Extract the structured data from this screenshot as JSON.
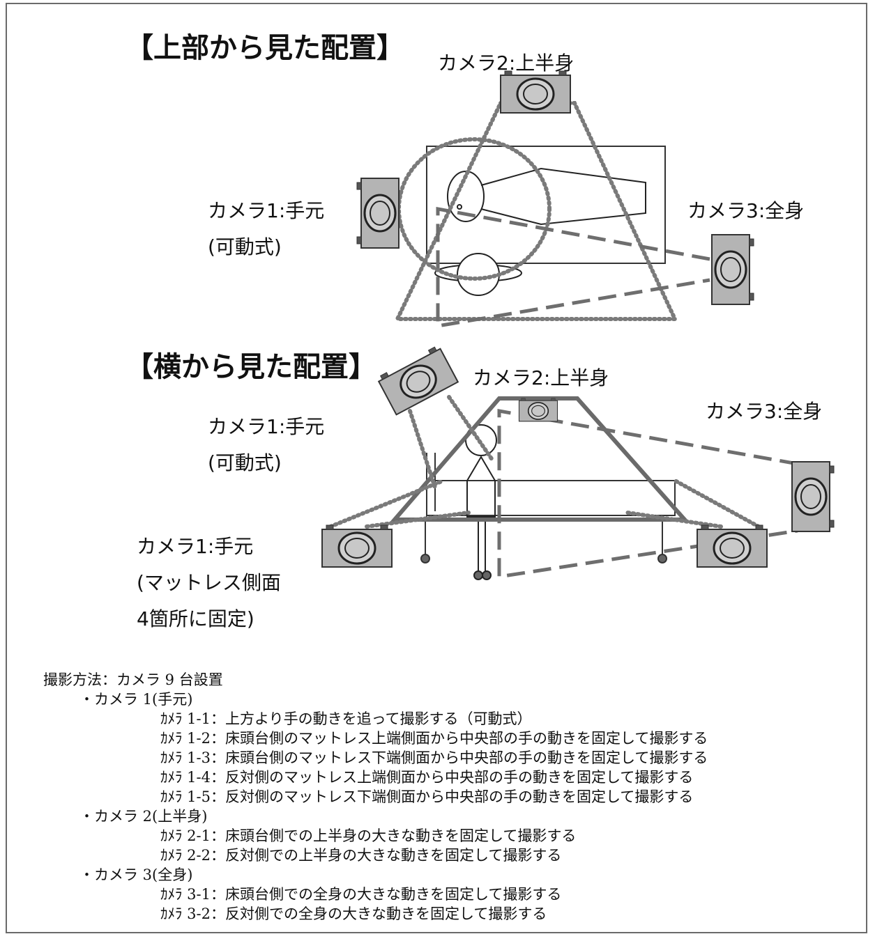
{
  "top_view": {
    "title": "【上部から見た配置】",
    "camera2_label": "カメラ2:上半身",
    "camera1_label": "カメラ1:手元",
    "camera1_sub": "(可動式)",
    "camera3_label": "カメラ3:全身"
  },
  "side_view": {
    "title": "【横から見た配置】",
    "camera2_label": "カメラ2:上半身",
    "camera1_label": "カメラ1:手元",
    "camera1_sub": "(可動式)",
    "camera3_label": "カメラ3:全身",
    "fixed_label_line1": "カメラ1:手元",
    "fixed_label_line2": "(マットレス側面",
    "fixed_label_line3": "4箇所に固定)"
  },
  "legend": {
    "heading": "撮影方法：カメラ 9 台設置",
    "groups": [
      {
        "label": "・カメラ 1(手元)",
        "items": [
          "ｶﾒﾗ 1-1：上方より手の動きを追って撮影する（可動式）",
          "ｶﾒﾗ 1-2：床頭台側のマットレス上端側面から中央部の手の動きを固定して撮影する",
          "ｶﾒﾗ 1-3：床頭台側のマットレス下端側面から中央部の手の動きを固定して撮影する",
          "ｶﾒﾗ 1-4：反対側のマットレス上端側面から中央部の手の動きを固定して撮影する",
          "ｶﾒﾗ 1-5：反対側のマットレス下端側面から中央部の手の動きを固定して撮影する"
        ]
      },
      {
        "label": "・カメラ 2(上半身)",
        "items": [
          "ｶﾒﾗ 2-1：床頭台側での上半身の大きな動きを固定して撮影する",
          "ｶﾒﾗ 2-2：反対側での上半身の大きな動きを固定して撮影する"
        ]
      },
      {
        "label": "・カメラ 3(全身)",
        "items": [
          "ｶﾒﾗ 3-1：床頭台側での全身の大きな動きを固定して撮影する",
          "ｶﾒﾗ 3-2：反対側での全身の大きな動きを固定して撮影する"
        ]
      }
    ]
  },
  "colors": {
    "camera_fill": "#b4b4b4",
    "dotted_line": "#7a7a7a",
    "dashed_line": "#6e6e6e",
    "frame": "#6a6a6a"
  }
}
